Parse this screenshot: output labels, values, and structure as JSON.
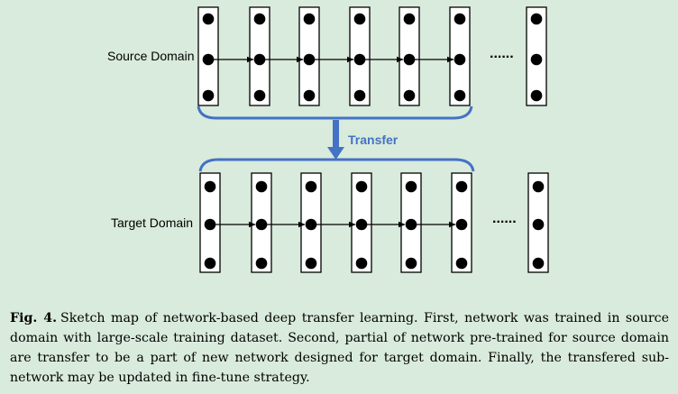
{
  "diagram": {
    "source_label": "Source Domain",
    "target_label": "Target Domain",
    "transfer_label": "Transfer",
    "ellipsis": "......",
    "nodes_per_layer": 3,
    "source_layers_connected": 6,
    "target_layers_connected": 6,
    "colors": {
      "background": "#d9ebdc",
      "layer_fill": "#ffffff",
      "outline": "#000000",
      "node": "#000000",
      "transfer": "#4472c4"
    }
  },
  "caption": {
    "fig_label": "Fig. 4.",
    "text": "Sketch map of network-based deep transfer learning. First, network was trained in source domain with large-scale training dataset. Second, partial of network pre-trained for source domain are transfer to be a part of new network designed for target domain. Finally, the transfered sub-network may be updated in fine-tune strategy."
  }
}
